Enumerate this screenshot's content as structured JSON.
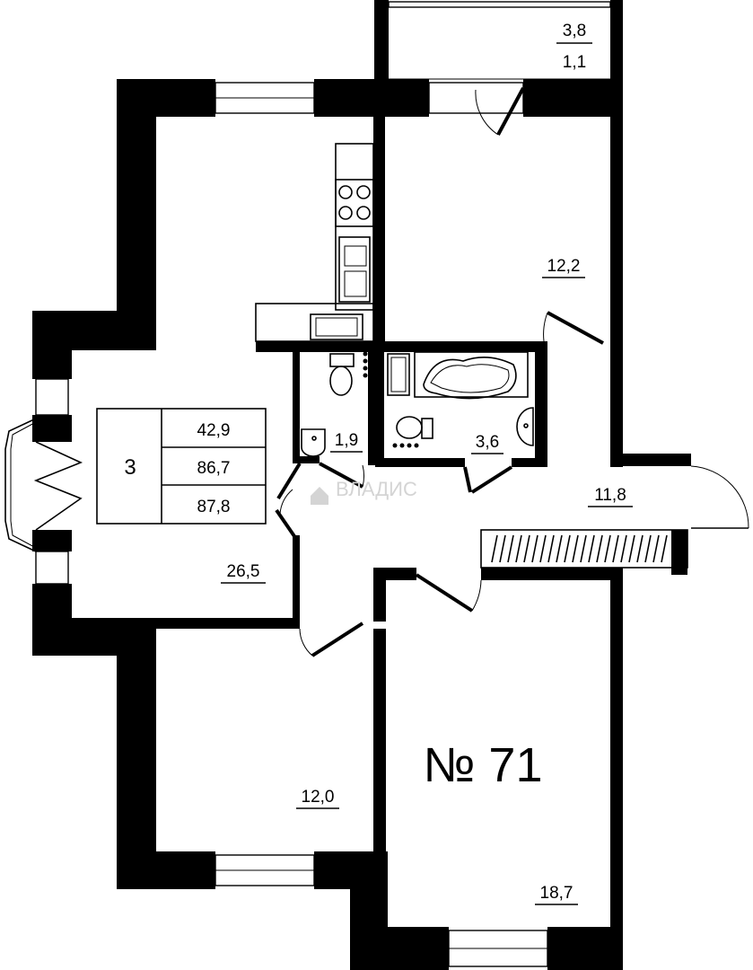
{
  "apartment": {
    "number_label": "№ 71",
    "rooms_count": "3",
    "living_area": "42,9",
    "total_area": "86,7",
    "total_area_with_balcony": "87,8"
  },
  "rooms": {
    "balcony_area": "3,8",
    "balcony_reduced_area": "1,1",
    "bedroom_top_right": "12,2",
    "toilet": "1,9",
    "bathroom": "3,6",
    "hall": "11,8",
    "living_kitchen": "26,5",
    "bedroom_bottom_left": "12,0",
    "bedroom_bottom_right": "18,7"
  },
  "watermark": "ВЛАДИС",
  "colors": {
    "wall": "#000000",
    "background": "#ffffff",
    "watermark": "#d4d4d4"
  }
}
